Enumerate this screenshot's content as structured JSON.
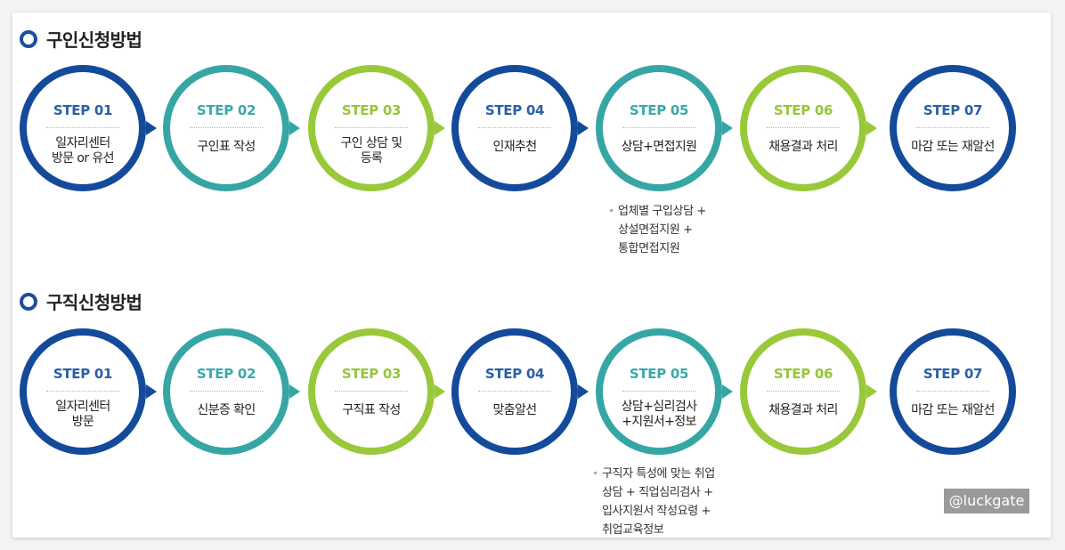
{
  "sections": [
    {
      "title": "구인신청방법",
      "steps": [
        {
          "label": "STEP 01",
          "text": [
            "일자리센터",
            "방문 or 유선"
          ]
        },
        {
          "label": "STEP 02",
          "text": [
            "구인표 작성"
          ]
        },
        {
          "label": "STEP 03",
          "text": [
            "구인 상담 및",
            "등록"
          ]
        },
        {
          "label": "STEP 04",
          "text": [
            "인재추천"
          ]
        },
        {
          "label": "STEP 05",
          "text": [
            "상담+면접지원"
          ]
        },
        {
          "label": "STEP 06",
          "text": [
            "채용결과 처리"
          ]
        },
        {
          "label": "STEP 07",
          "text": [
            "마감 또는 재알선"
          ]
        }
      ],
      "note": [
        "업체별 구입상담 +",
        "상설면접지원 +",
        "통합면접지원"
      ]
    },
    {
      "title": "구직신청방법",
      "steps": [
        {
          "label": "STEP 01",
          "text": [
            "일자리센터",
            "방문"
          ]
        },
        {
          "label": "STEP 02",
          "text": [
            "신분증 확인"
          ]
        },
        {
          "label": "STEP 03",
          "text": [
            "구직표 작성"
          ]
        },
        {
          "label": "STEP 04",
          "text": [
            "맞춤알선"
          ]
        },
        {
          "label": "STEP 05",
          "text": [
            "상담+심리검사",
            "+지원서+정보"
          ]
        },
        {
          "label": "STEP 06",
          "text": [
            "채용결과 처리"
          ]
        },
        {
          "label": "STEP 07",
          "text": [
            "마감 또는 재알선"
          ]
        }
      ],
      "note": [
        "구직자 특성에 맞는 취업",
        "상담 + 직업심리검사 +",
        "입사지원서 작성요령 +",
        "취업교육정보"
      ]
    }
  ],
  "colors": {
    "navy": "#144a9a",
    "teal": "#36a6a4",
    "green": "#99c93b"
  },
  "watermark": "@luckgate"
}
